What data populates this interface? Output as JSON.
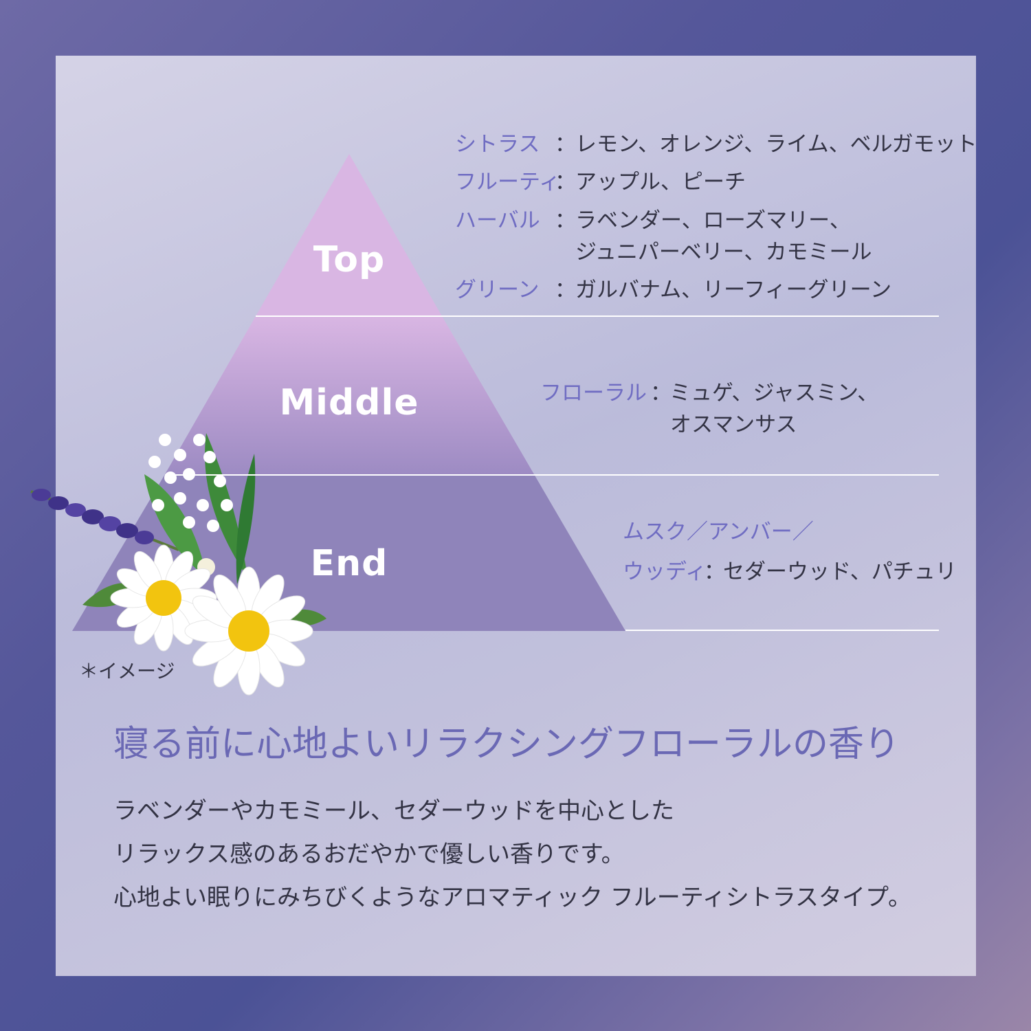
{
  "pyramid": {
    "tiers": [
      "Top",
      "Middle",
      "End"
    ]
  },
  "notes": {
    "top": [
      {
        "category": "シトラス",
        "value": "レモン、オレンジ、ライム、ベルガモット"
      },
      {
        "category": "フルーティ",
        "value": "アップル、ピーチ"
      },
      {
        "category": "ハーバル",
        "value": "ラベンダー、ローズマリー、",
        "value2": "ジュニパーベリー、カモミール"
      },
      {
        "category": "グリーン",
        "value": "ガルバナム、リーフィーグリーン"
      }
    ],
    "middle": [
      {
        "category": "フローラル",
        "value": "ミュゲ、ジャスミン、",
        "value2": "オスマンサス"
      }
    ],
    "end": [
      {
        "category": "ムスク／アンバー／",
        "category2": "ウッディ",
        "value": "セダーウッド、パチュリ"
      }
    ],
    "separator": "："
  },
  "image_caption": "＊イメージ",
  "headline": "寝る前に心地よいリラクシングフローラルの香り",
  "description": [
    "ラベンダーやカモミール、セダーウッドを中心とした",
    "リラックス感のあるおだやかで優しい香りです。",
    "心地よい眠りにみちびくようなアロマティック フルーティシトラスタイプ。"
  ],
  "colors": {
    "top_tier": "#d9b6e3",
    "middle_tier": "#b59ad3",
    "end_tier": "#8f84ba",
    "category_text": "#6f6cc2",
    "headline_text": "#6a68b4"
  },
  "decor_icons": [
    "lavender-icon",
    "lily-of-the-valley-icon",
    "chamomile-icon"
  ]
}
